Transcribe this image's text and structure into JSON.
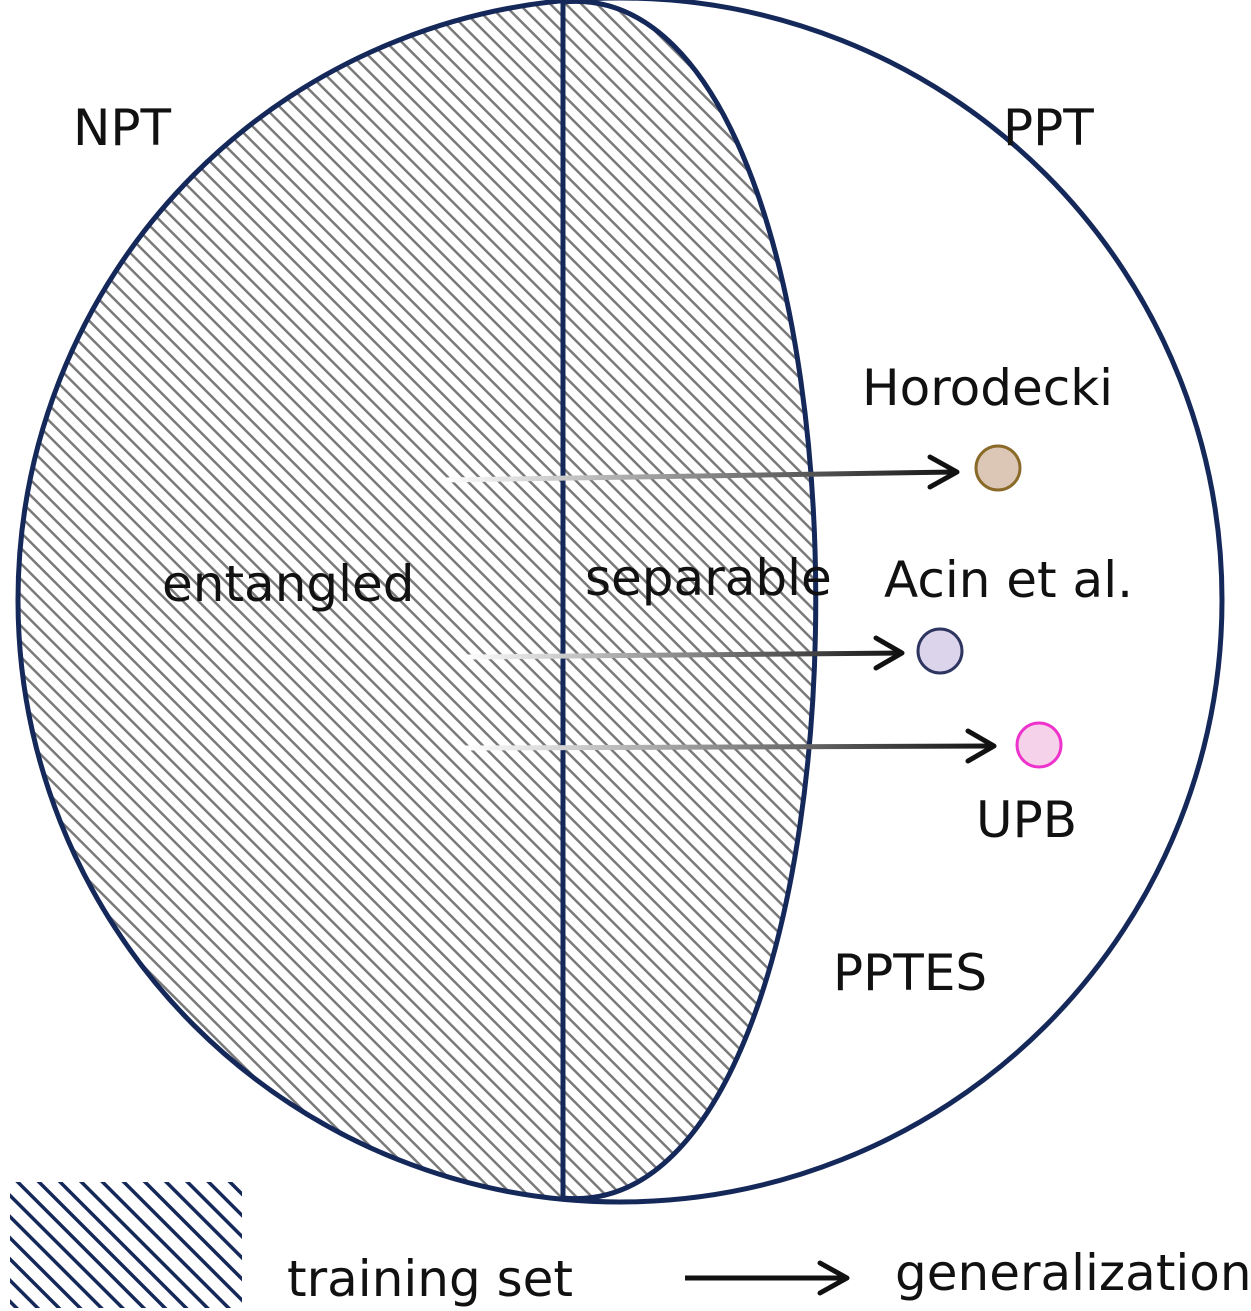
{
  "labels": {
    "npt": "NPT",
    "ppt": "PPT",
    "entangled": "entangled",
    "separable": "separable",
    "horodecki": "Horodecki",
    "acin": "Acin et al.",
    "upb": "UPB",
    "pptes": "PPTES"
  },
  "legend": {
    "training_set": "training set",
    "generalization": "generalization"
  },
  "colors": {
    "outline": "#15285a",
    "hatch": "#7a7a7a",
    "legend_hatch": "#15285a",
    "horodecki_fill": "#dcc6b6",
    "horodecki_stroke": "#8a6a28",
    "acin_fill": "#dcd4ea",
    "acin_stroke": "#2e3560",
    "upb_fill": "#f6d2ea",
    "upb_stroke": "#ee33cc",
    "arrow": "#111111"
  }
}
